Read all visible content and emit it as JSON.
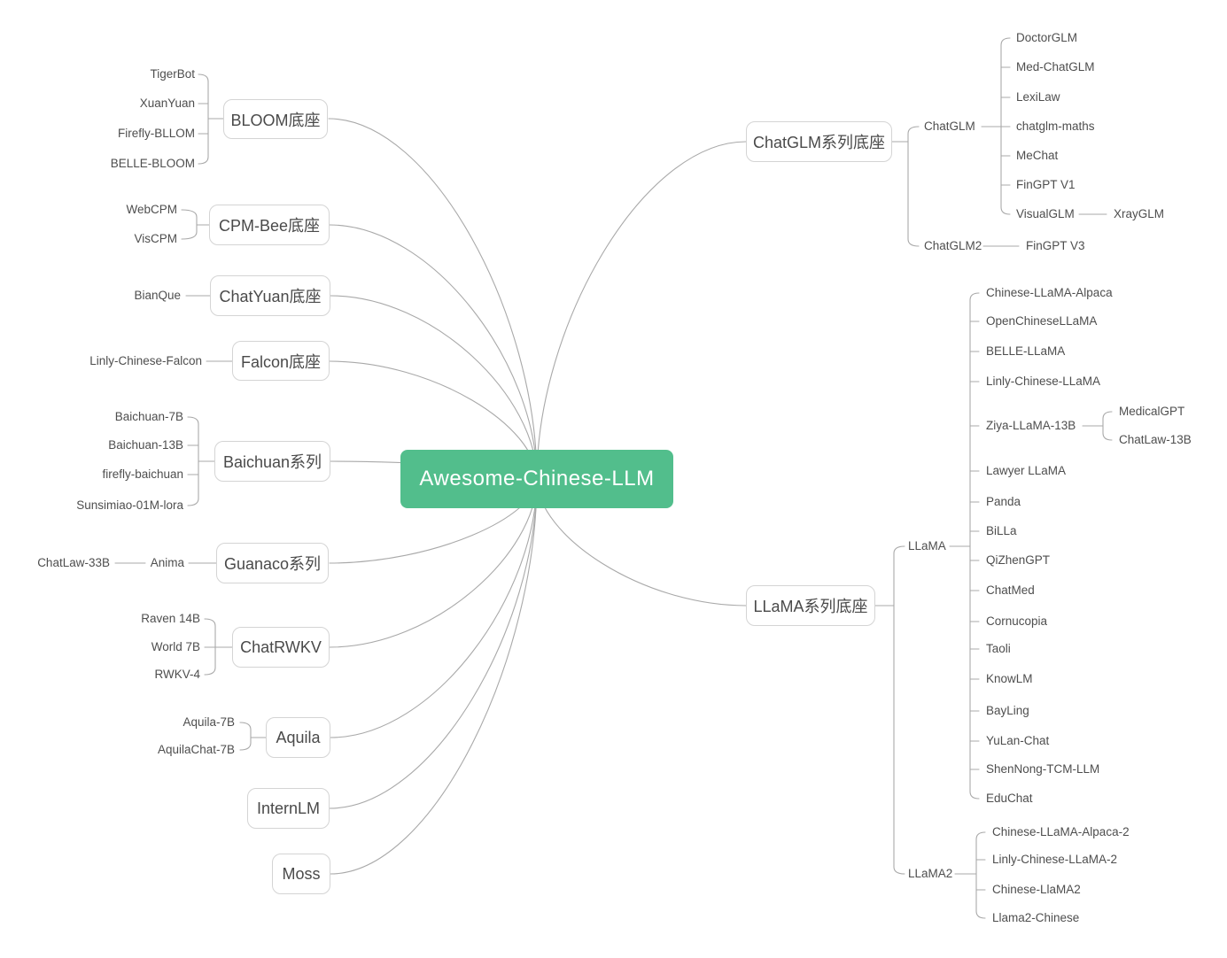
{
  "colors": {
    "root_bg": "#52be8c",
    "root_text": "#ffffff",
    "node_border": "#d4d4d4",
    "node_text": "#4a4a4a",
    "leaf_text": "#4e4e4e",
    "line": "#a9a9a9"
  },
  "root": {
    "label": "Awesome-Chinese-LLM"
  },
  "branches": [
    {
      "label": "BLOOM底座",
      "children": [
        {
          "label": "TigerBot"
        },
        {
          "label": "XuanYuan"
        },
        {
          "label": "Firefly-BLLOM"
        },
        {
          "label": "BELLE-BLOOM"
        }
      ]
    },
    {
      "label": "CPM-Bee底座",
      "children": [
        {
          "label": "WebCPM"
        },
        {
          "label": "VisCPM"
        }
      ]
    },
    {
      "label": "ChatYuan底座",
      "children": [
        {
          "label": "BianQue"
        }
      ]
    },
    {
      "label": "Falcon底座",
      "children": [
        {
          "label": "Linly-Chinese-Falcon"
        }
      ]
    },
    {
      "label": "Baichuan系列",
      "children": [
        {
          "label": "Baichuan-7B"
        },
        {
          "label": "Baichuan-13B"
        },
        {
          "label": "firefly-baichuan"
        },
        {
          "label": "Sunsimiao-01M-lora"
        }
      ]
    },
    {
      "label": "Guanaco系列",
      "children": [
        {
          "label": "Anima",
          "children": [
            {
              "label": "ChatLaw-33B"
            }
          ]
        }
      ]
    },
    {
      "label": "ChatRWKV",
      "children": [
        {
          "label": "Raven 14B"
        },
        {
          "label": "World 7B"
        },
        {
          "label": "RWKV-4"
        }
      ]
    },
    {
      "label": "Aquila",
      "children": [
        {
          "label": "Aquila-7B"
        },
        {
          "label": "AquilaChat-7B"
        }
      ]
    },
    {
      "label": "InternLM",
      "children": []
    },
    {
      "label": "Moss",
      "children": []
    },
    {
      "label": "ChatGLM系列底座",
      "children": [
        {
          "label": "ChatGLM",
          "children": [
            {
              "label": "DoctorGLM"
            },
            {
              "label": "Med-ChatGLM"
            },
            {
              "label": "LexiLaw"
            },
            {
              "label": "chatglm-maths"
            },
            {
              "label": "MeChat"
            },
            {
              "label": "FinGPT V1"
            },
            {
              "label": "VisualGLM",
              "children": [
                {
                  "label": "XrayGLM"
                }
              ]
            }
          ]
        },
        {
          "label": "ChatGLM2",
          "children": [
            {
              "label": "FinGPT V3"
            }
          ]
        }
      ]
    },
    {
      "label": "LLaMA系列底座",
      "children": [
        {
          "label": "LLaMA",
          "children": [
            {
              "label": "Chinese-LLaMA-Alpaca"
            },
            {
              "label": "OpenChineseLLaMA"
            },
            {
              "label": "BELLE-LLaMA"
            },
            {
              "label": "Linly-Chinese-LLaMA"
            },
            {
              "label": "Ziya-LLaMA-13B",
              "children": [
                {
                  "label": "MedicalGPT"
                },
                {
                  "label": "ChatLaw-13B"
                }
              ]
            },
            {
              "label": "Lawyer LLaMA"
            },
            {
              "label": "Panda"
            },
            {
              "label": "BiLLa"
            },
            {
              "label": "QiZhenGPT"
            },
            {
              "label": "ChatMed"
            },
            {
              "label": "Cornucopia"
            },
            {
              "label": "Taoli"
            },
            {
              "label": "KnowLM"
            },
            {
              "label": "BayLing"
            },
            {
              "label": "YuLan-Chat"
            },
            {
              "label": "ShenNong-TCM-LLM"
            },
            {
              "label": "EduChat"
            }
          ]
        },
        {
          "label": "LLaMA2",
          "children": [
            {
              "label": "Chinese-LLaMA-Alpaca-2"
            },
            {
              "label": "Linly-Chinese-LLaMA-2"
            },
            {
              "label": "Chinese-LlaMA2"
            },
            {
              "label": "Llama2-Chinese"
            }
          ]
        }
      ]
    }
  ]
}
